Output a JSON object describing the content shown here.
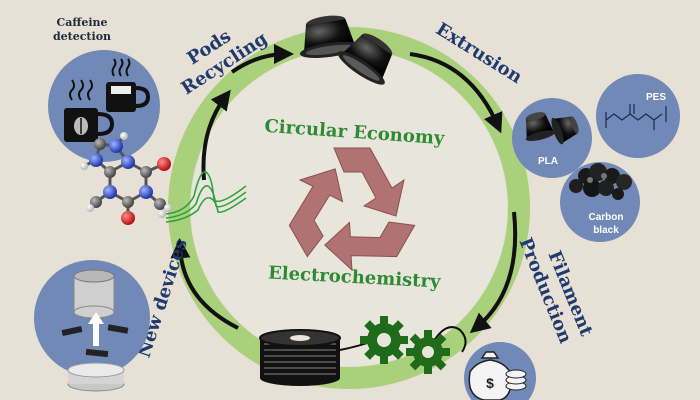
{
  "labels": {
    "center_top": "Circular Economy",
    "center_bottom": "Electrochemistry",
    "pods_recycling_line1": "Pods",
    "pods_recycling_line2": "Recycling",
    "extrusion": "Extrusion",
    "filament_line1": "Filament",
    "filament_line2": "Production",
    "new_devices": "New devices",
    "caffeine_line1": "Caffeine",
    "caffeine_line2": "detection",
    "pla": "PLA",
    "pes": "PES",
    "carbon_line1": "Carbon",
    "carbon_line2": "black"
  },
  "colors": {
    "background": "#e6e0d5",
    "ring": "#a9d07a",
    "ring_inner": "#e8efe0",
    "recycle_symbol": "#b07272",
    "green_text": "#2f8a34",
    "blue_text": "#1f3a6e",
    "bubble": "#7089b6",
    "gear": "#1f6b1a"
  },
  "icons": [
    "coffee-pod-icon",
    "recycle-icon",
    "coffee-mug-icon",
    "molecule-icon",
    "voltammogram-icon",
    "gear-icon",
    "spool-icon",
    "money-bag-icon",
    "coin-stack-icon",
    "electrode-device-icon",
    "cycle-arrow-icon"
  ]
}
